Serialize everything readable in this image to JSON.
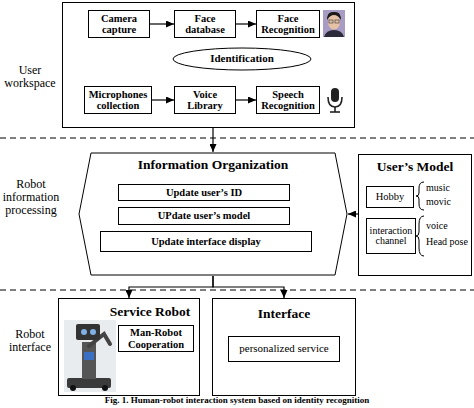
{
  "diagram": {
    "caption": "Fig. 1. Human-robot interaction system based on identity recognition",
    "nodes": [
      {
        "text": [
          "User workspace"
        ]
      },
      {
        "text": [
          "Camera capture"
        ],
        "in": 0
      },
      {
        "text": [
          "Face database"
        ],
        "in": 0
      },
      {
        "text": [
          "Face Recognition"
        ],
        "in": 0
      },
      {
        "text": [
          "Identification"
        ],
        "in": 0
      },
      {
        "text": [
          "Microphones collection"
        ],
        "in": 0
      },
      {
        "text": [
          "Voice Library"
        ],
        "in": 0
      },
      {
        "text": [
          "Speech Recognition"
        ],
        "in": 0
      },
      {
        "text": [
          "Information Organization"
        ]
      },
      {
        "text": [
          "Update user’s ID"
        ],
        "in": 8
      },
      {
        "text": [
          "UPdate user’s model"
        ],
        "in": 8
      },
      {
        "text": [
          "Update interface display"
        ],
        "in": 8
      },
      {
        "text": [
          "User’s Model"
        ]
      },
      {
        "text": [
          "Hobby"
        ],
        "in": 12
      },
      {
        "text": [
          "interaction channel"
        ],
        "in": 12
      },
      {
        "text": [
          "Service Robot"
        ]
      },
      {
        "text": [
          "Man-Robot Cooperation"
        ],
        "in": 15
      },
      {
        "text": [
          "Interface"
        ]
      },
      {
        "text": [
          "personalized service"
        ],
        "in": 17
      }
    ],
    "edges": [
      {
        "from": 0,
        "to": 8,
        "arrow": "to"
      },
      {
        "from": 1,
        "to": 2,
        "arrow": "to"
      },
      {
        "from": 2,
        "to": 3,
        "arrow": "to"
      },
      {
        "from": 5,
        "to": 6,
        "arrow": "to"
      },
      {
        "from": 6,
        "to": 7,
        "arrow": "to"
      },
      {
        "from": 12,
        "to": 8,
        "arrow": "to"
      },
      {
        "from": 8,
        "to": 15,
        "arrow": "to"
      },
      {
        "from": 8,
        "to": 17,
        "arrow": "to"
      }
    ],
    "labels": [
      "Robot information processing",
      "Robot interface",
      "music",
      "movic",
      "voice",
      "Head pose"
    ]
  }
}
